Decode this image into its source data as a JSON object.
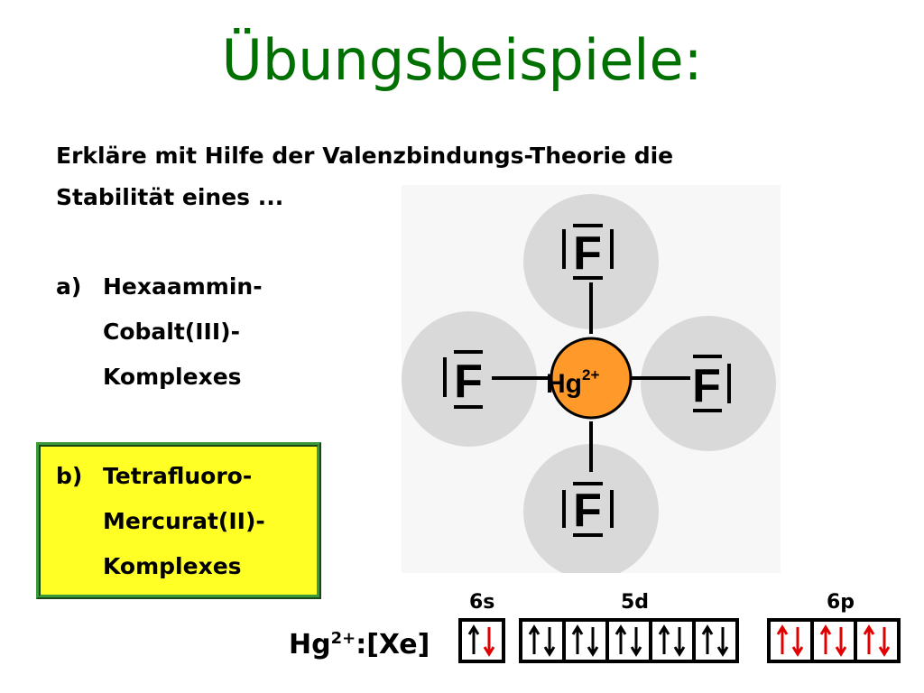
{
  "title": "Übungsbeispiele:",
  "intro_line1": "Erkläre mit Hilfe der Valenzbindungs-Theorie die",
  "intro_line2": "Stabilität eines ...",
  "item_a": {
    "marker": "a)",
    "lines": [
      "Hexaammin-",
      "Cobalt(III)-",
      "Komplexes"
    ]
  },
  "item_b": {
    "marker": "b)",
    "lines": [
      "Tetrafluoro-",
      "Mercurat(II)-",
      "Komplexes"
    ]
  },
  "diagram": {
    "ligand": "F",
    "center_base": "Hg",
    "center_charge": "2+"
  },
  "configuration": {
    "ion_base": "Hg",
    "ion_charge": "2+",
    "core": ":[Xe]",
    "orbitals": [
      {
        "name": "6s",
        "boxes": [
          [
            "up-black",
            "down-red"
          ]
        ]
      },
      {
        "name": "5d",
        "boxes": [
          [
            "up-black",
            "down-black"
          ],
          [
            "up-black",
            "down-black"
          ],
          [
            "up-black",
            "down-black"
          ],
          [
            "up-black",
            "down-black"
          ],
          [
            "up-black",
            "down-black"
          ]
        ]
      },
      {
        "name": "6p",
        "boxes": [
          [
            "up-red",
            "down-red"
          ],
          [
            "up-red",
            "down-red"
          ],
          [
            "up-red",
            "down-red"
          ]
        ]
      }
    ]
  },
  "colors": {
    "title": "#007000",
    "highlight_box": "#ffff26",
    "hg_center": "#ff9a2a",
    "ligand_disc": "#d9d9d9",
    "arrow_red": "#e00000"
  }
}
